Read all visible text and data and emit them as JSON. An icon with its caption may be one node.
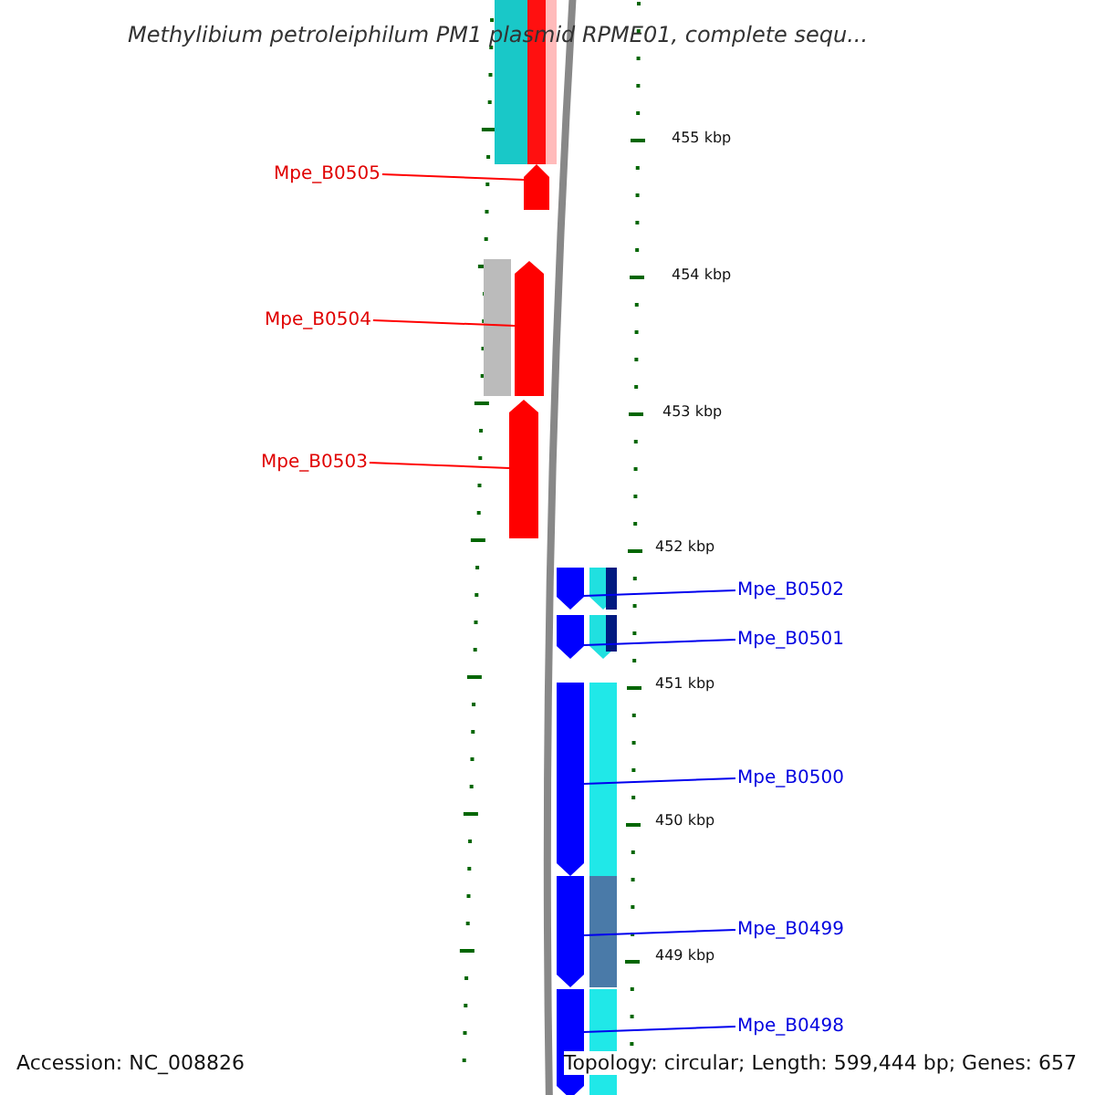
{
  "diagram": {
    "title": "Methylibium petroleiphilum PM1 plasmid RPME01, complete sequ...",
    "nodes": [
      {
        "text": [
          "Mpe_B0505"
        ]
      },
      {
        "text": [],
        "shape": "bar"
      },
      {
        "text": [
          "Mpe_B0504"
        ]
      },
      {
        "text": [],
        "shape": "bar"
      },
      {
        "text": [
          "Mpe_B0503"
        ]
      },
      {
        "text": [],
        "shape": "bar"
      },
      {
        "text": [
          "Mpe_B0502"
        ]
      },
      {
        "text": [],
        "shape": "bar"
      },
      {
        "text": [
          "Mpe_B0501"
        ]
      },
      {
        "text": [],
        "shape": "bar"
      },
      {
        "text": [
          "Mpe_B0500"
        ]
      },
      {
        "text": [],
        "shape": "bar"
      },
      {
        "text": [
          "Mpe_B0499"
        ]
      },
      {
        "text": [],
        "shape": "bar"
      },
      {
        "text": [
          "Mpe_B0498"
        ]
      },
      {
        "text": [],
        "shape": "bar"
      }
    ],
    "edges": [
      {
        "from": 0,
        "to": 1,
        "arrow": "none",
        "color": "#ff0000"
      },
      {
        "from": 2,
        "to": 3,
        "arrow": "none",
        "color": "#ff0000"
      },
      {
        "from": 4,
        "to": 5,
        "arrow": "none",
        "color": "#ff0000"
      },
      {
        "from": 6,
        "to": 7,
        "arrow": "none"
      },
      {
        "from": 8,
        "to": 9,
        "arrow": "none"
      },
      {
        "from": 10,
        "to": 11,
        "arrow": "none"
      },
      {
        "from": 12,
        "to": 13,
        "arrow": "none"
      },
      {
        "from": 14,
        "to": 15,
        "arrow": "none"
      }
    ],
    "labels": [
      "455 kbp",
      "454 kbp",
      "453 kbp",
      "452 kbp",
      "451 kbp",
      "450 kbp",
      "449 kbp",
      "Accession: NC_008826",
      "Topology: circular; Length: 599,444 bp; Genes: 657"
    ]
  }
}
